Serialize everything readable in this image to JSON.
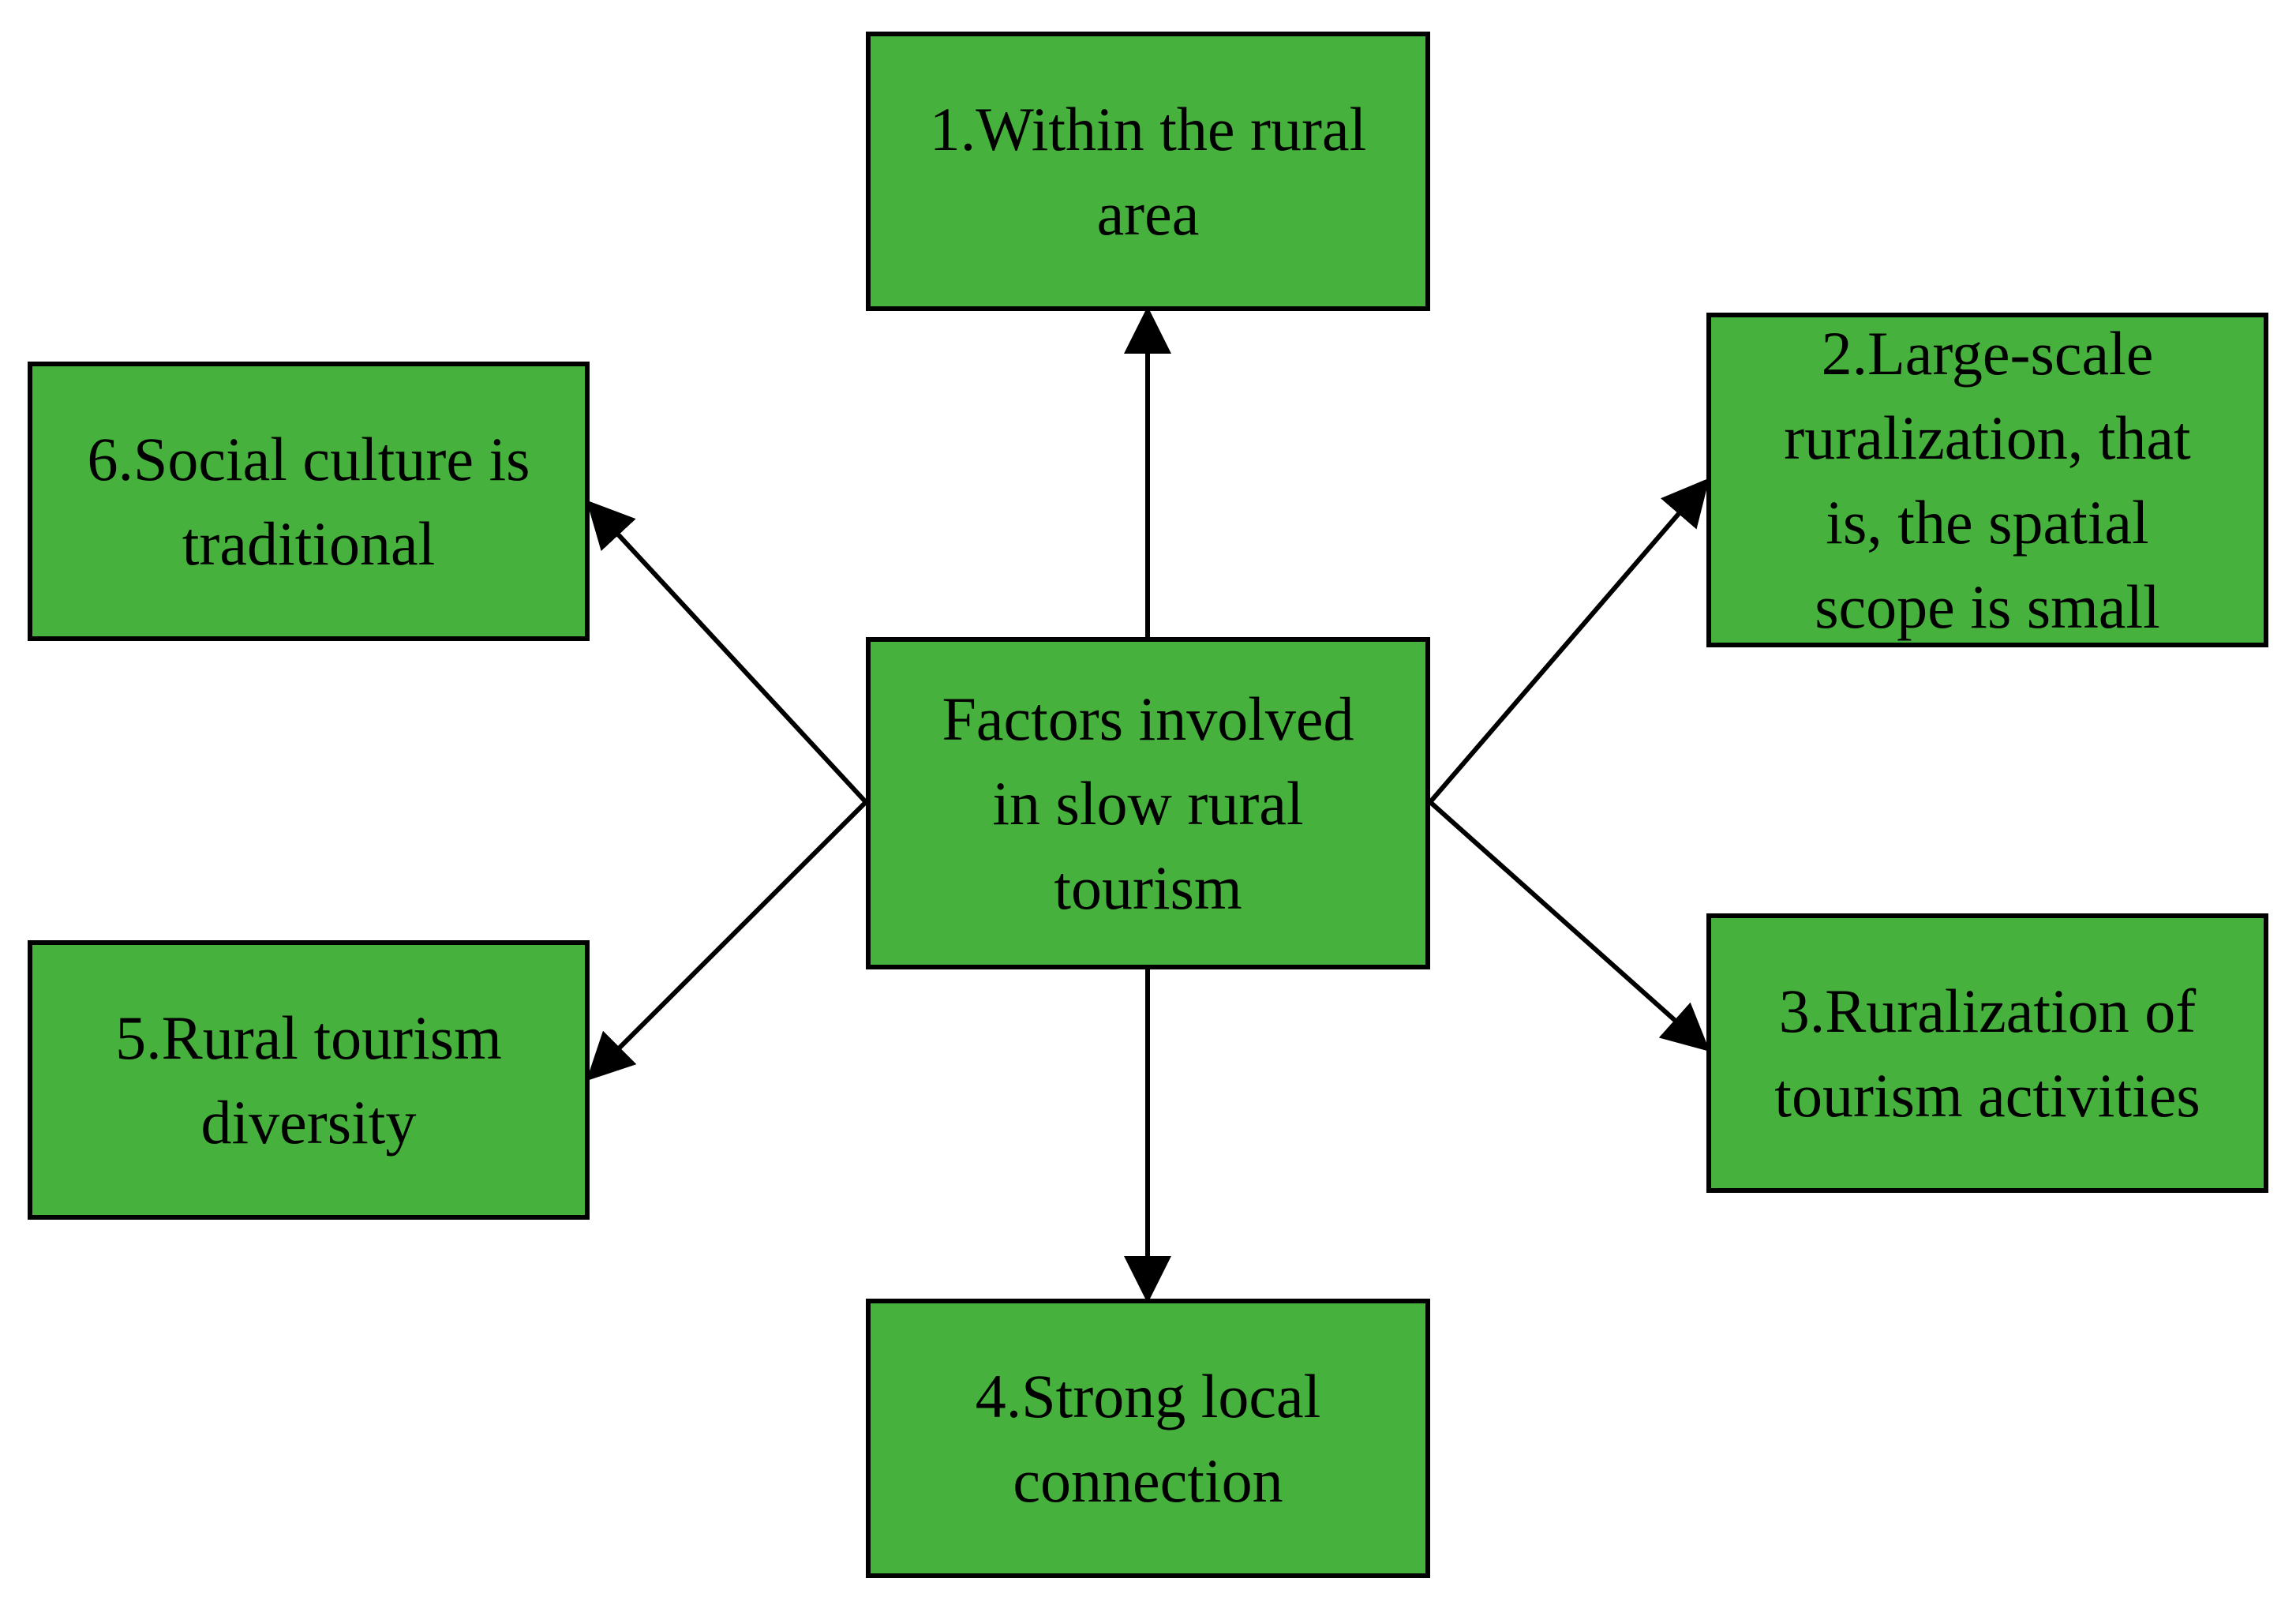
{
  "colors": {
    "box_fill": "#46b13c",
    "box_border": "#000000",
    "arrow": "#000000",
    "background": "#ffffff"
  },
  "center": {
    "lines": [
      "Factors involved",
      "in slow rural",
      "tourism"
    ]
  },
  "factors": [
    {
      "lines": [
        "1.Within the rural",
        "area"
      ]
    },
    {
      "lines": [
        "2.Large-scale",
        "ruralization, that",
        "is, the spatial",
        "scope is small"
      ]
    },
    {
      "lines": [
        "3.Ruralization of",
        "tourism activities"
      ]
    },
    {
      "lines": [
        "4.Strong local",
        "connection"
      ]
    },
    {
      "lines": [
        "5.Rural tourism",
        "diversity"
      ]
    },
    {
      "lines": [
        "6.Social culture is",
        "traditional"
      ]
    }
  ]
}
